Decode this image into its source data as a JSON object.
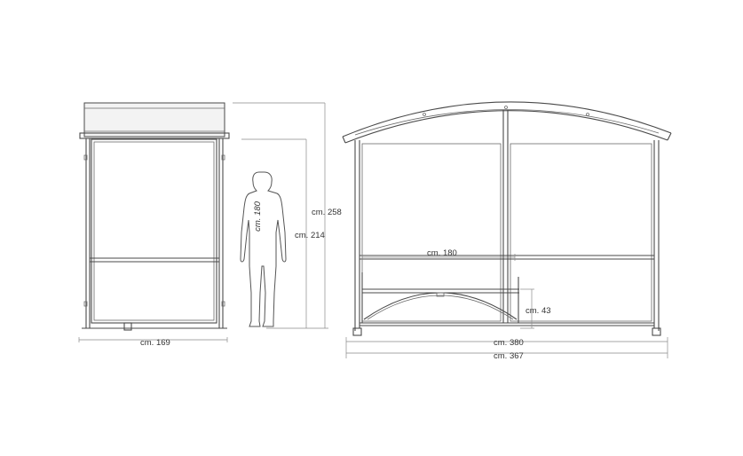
{
  "dimensions": {
    "side_width": "cm. 169",
    "height_total": "cm. 258",
    "height_inner": "cm. 214",
    "person_height": "cm. 180",
    "bench_length": "cm. 180",
    "bench_height": "cm. 43",
    "front_inner_width": "cm. 380",
    "front_total_width": "cm. 367"
  },
  "colors": {
    "line": "#4a4a4a",
    "dimension_line": "#8a8a8a",
    "text": "#333333"
  }
}
